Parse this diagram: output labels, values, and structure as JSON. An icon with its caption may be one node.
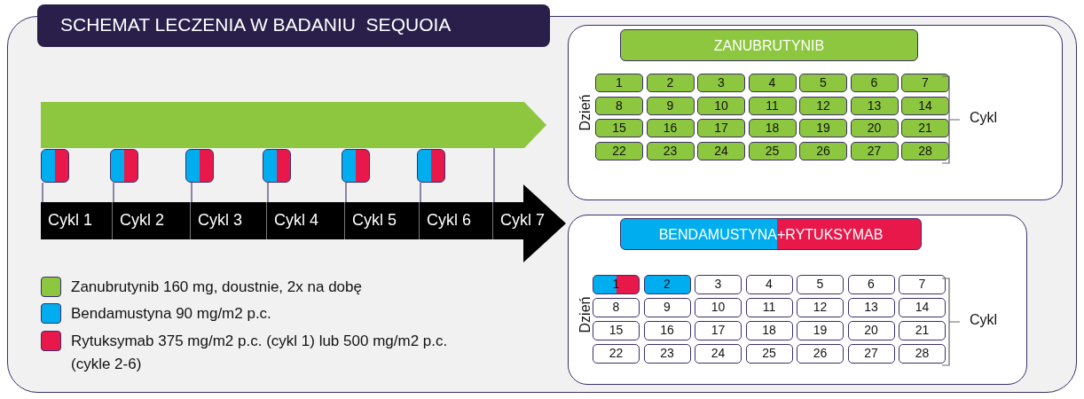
{
  "diagram": {
    "title": "SCHEMAT LECZENIA W BADANIU  SEQUOIA",
    "nodes": [
      {
        "text": [],
        "shape": "bar"
      },
      {
        "text": [],
        "shape": "box"
      },
      {
        "text": [],
        "shape": "box"
      },
      {
        "text": [],
        "shape": "box"
      },
      {
        "text": [],
        "shape": "box"
      },
      {
        "text": [],
        "shape": "box"
      },
      {
        "text": [],
        "shape": "box"
      },
      {
        "text": [],
        "shape": "arrow"
      },
      {
        "text": [
          "Cykl 1"
        ],
        "in": 7
      },
      {
        "text": [
          "Cykl 2"
        ],
        "in": 7
      },
      {
        "text": [
          "Cykl 3"
        ],
        "in": 7
      },
      {
        "text": [
          "Cykl 4"
        ],
        "in": 7
      },
      {
        "text": [
          "Cykl 5"
        ],
        "in": 7
      },
      {
        "text": [
          "Cykl 6"
        ],
        "in": 7
      },
      {
        "text": [
          "Cykl 7"
        ],
        "in": 7
      },
      {
        "text": [],
        "shape": "box"
      },
      {
        "text": [
          "ZANUBRUTYNIB"
        ],
        "in": 15
      },
      {
        "text": [
          "1"
        ],
        "in": 15
      },
      {
        "text": [
          "2"
        ],
        "in": 15
      },
      {
        "text": [
          "3"
        ],
        "in": 15
      },
      {
        "text": [
          "4"
        ],
        "in": 15
      },
      {
        "text": [
          "5"
        ],
        "in": 15
      },
      {
        "text": [
          "6"
        ],
        "in": 15
      },
      {
        "text": [
          "7"
        ],
        "in": 15
      },
      {
        "text": [
          "8"
        ],
        "in": 15
      },
      {
        "text": [
          "9"
        ],
        "in": 15
      },
      {
        "text": [
          "10"
        ],
        "in": 15
      },
      {
        "text": [
          "11"
        ],
        "in": 15
      },
      {
        "text": [
          "12"
        ],
        "in": 15
      },
      {
        "text": [
          "13"
        ],
        "in": 15
      },
      {
        "text": [
          "14"
        ],
        "in": 15
      },
      {
        "text": [
          "15"
        ],
        "in": 15
      },
      {
        "text": [
          "16"
        ],
        "in": 15
      },
      {
        "text": [
          "17"
        ],
        "in": 15
      },
      {
        "text": [
          "18"
        ],
        "in": 15
      },
      {
        "text": [
          "19"
        ],
        "in": 15
      },
      {
        "text": [
          "20"
        ],
        "in": 15
      },
      {
        "text": [
          "21"
        ],
        "in": 15
      },
      {
        "text": [
          "22"
        ],
        "in": 15
      },
      {
        "text": [
          "23"
        ],
        "in": 15
      },
      {
        "text": [
          "24"
        ],
        "in": 15
      },
      {
        "text": [
          "25"
        ],
        "in": 15
      },
      {
        "text": [
          "26"
        ],
        "in": 15
      },
      {
        "text": [
          "27"
        ],
        "in": 15
      },
      {
        "text": [
          "28"
        ],
        "in": 15
      },
      {
        "text": [],
        "shape": "box"
      },
      {
        "text": [
          "BENDAMUSTYNA+RYTUKSYMAB"
        ],
        "in": 45
      },
      {
        "text": [
          "1"
        ],
        "in": 45
      },
      {
        "text": [
          "2"
        ],
        "in": 45
      },
      {
        "text": [
          "3"
        ],
        "in": 45
      },
      {
        "text": [
          "4"
        ],
        "in": 45
      },
      {
        "text": [
          "5"
        ],
        "in": 45
      },
      {
        "text": [
          "6"
        ],
        "in": 45
      },
      {
        "text": [
          "7"
        ],
        "in": 45
      },
      {
        "text": [
          "8"
        ],
        "in": 45
      },
      {
        "text": [
          "9"
        ],
        "in": 45
      },
      {
        "text": [
          "10"
        ],
        "in": 45
      },
      {
        "text": [
          "11"
        ],
        "in": 45
      },
      {
        "text": [
          "12"
        ],
        "in": 45
      },
      {
        "text": [
          "13"
        ],
        "in": 45
      },
      {
        "text": [
          "14"
        ],
        "in": 45
      },
      {
        "text": [
          "15"
        ],
        "in": 45
      },
      {
        "text": [
          "16"
        ],
        "in": 45
      },
      {
        "text": [
          "17"
        ],
        "in": 45
      },
      {
        "text": [
          "18"
        ],
        "in": 45
      },
      {
        "text": [
          "19"
        ],
        "in": 45
      },
      {
        "text": [
          "20"
        ],
        "in": 45
      },
      {
        "text": [
          "21"
        ],
        "in": 45
      },
      {
        "text": [
          "22"
        ],
        "in": 45
      },
      {
        "text": [
          "23"
        ],
        "in": 45
      },
      {
        "text": [
          "24"
        ],
        "in": 45
      },
      {
        "text": [
          "25"
        ],
        "in": 45
      },
      {
        "text": [
          "26"
        ],
        "in": 45
      },
      {
        "text": [
          "27"
        ],
        "in": 45
      },
      {
        "text": [
          "28"
        ],
        "in": 45
      }
    ],
    "edges": [
      {
        "from": 1,
        "to": 8,
        "arrow": "none"
      },
      {
        "from": 2,
        "to": 9,
        "arrow": "none"
      },
      {
        "from": 3,
        "to": 10,
        "arrow": "none"
      },
      {
        "from": 4,
        "to": 11,
        "arrow": "none"
      },
      {
        "from": 5,
        "to": 12,
        "arrow": "none"
      },
      {
        "from": 6,
        "to": 13,
        "arrow": "none"
      },
      {
        "from": 0,
        "to": 14,
        "arrow": "none"
      }
    ],
    "labels": [
      "Dzień",
      "Cykl",
      "Dzień",
      "Cykl"
    ],
    "legend": [
      {
        "text": "Zanubrutynib 160 mg, doustnie, 2x na dobę",
        "color": "#8dc63f"
      },
      {
        "text": "Bendamustyna 90 mg/m2 p.c.",
        "color": "#00aeef"
      },
      {
        "text": "Rytuksymab 375 mg/m2 p.c. (cykl 1) lub 500 mg/m2 p.c. (cykle 2-6)",
        "color": "#e8194a"
      }
    ]
  }
}
